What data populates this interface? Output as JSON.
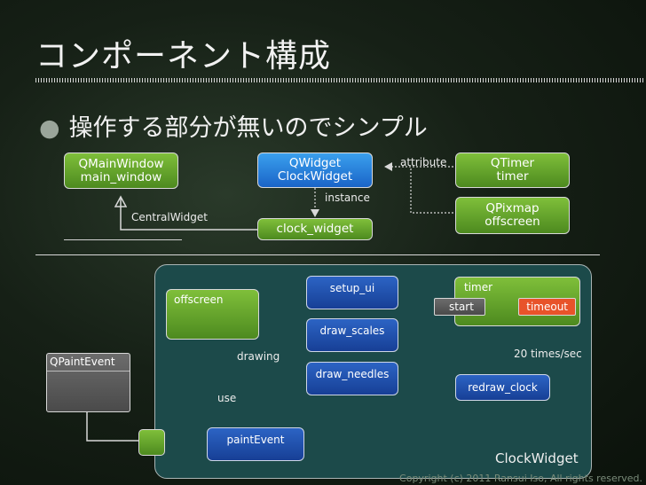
{
  "slide": {
    "title": "コンポーネント構成",
    "bullet": "操作する部分が無いのでシンプル",
    "copyright": "Copyright (c) 2011 Ransui Iso, All rights reserved."
  },
  "top_diagram": {
    "qmainwindow": {
      "class": "QMainWindow",
      "name": "main_window"
    },
    "qwidget": {
      "class": "QWidget",
      "name": "ClockWidget"
    },
    "clock_widget": "clock_widget",
    "qtimer": {
      "class": "QTimer",
      "name": "timer"
    },
    "qpixmap": {
      "class": "QPixmap",
      "name": "offscreen"
    },
    "labels": {
      "attribute": "attribute",
      "instance": "instance",
      "central": "CentralWidget"
    }
  },
  "bottom_diagram": {
    "panel_title": "ClockWidget",
    "offscreen": "offscreen",
    "setup_ui": "setup_ui",
    "draw_scales": "draw_scales",
    "draw_needles": "draw_needles",
    "timer": {
      "title": "timer",
      "start": "start",
      "timeout": "timeout"
    },
    "redraw_clock": "redraw_clock",
    "paint_event": "paintEvent",
    "qpaintevent": "QPaintEvent",
    "labels": {
      "drawing": "drawing",
      "use": "use",
      "rate": "20 times/sec"
    }
  },
  "colors": {
    "green": "#5a9a28",
    "blue": "#2a7fdc",
    "navy": "#1f4fae",
    "timeout": "#e8532a",
    "panel": "#1c4a4a"
  }
}
